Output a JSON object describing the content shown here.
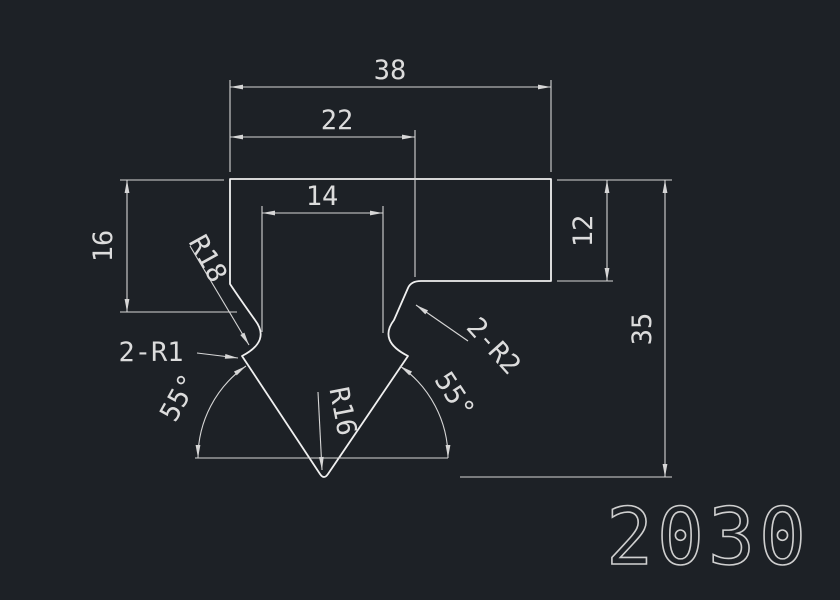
{
  "colors": {
    "background": "#1d2126",
    "profile_line": "#f0f0f0",
    "dimension_line": "#d6d6d6",
    "text": "#dcdcdc"
  },
  "drawing": {
    "part_number": "2030",
    "dimensions": {
      "overall_width": "38",
      "flange_width": "22",
      "neck_width": "14",
      "left_depth": "16",
      "right_thickness": "12",
      "overall_height": "35"
    },
    "radii": {
      "left_neck": "R18",
      "tip": "R16",
      "lips": "2-R1",
      "flange": "2-R2"
    },
    "angles": {
      "left": "55°",
      "right": "55°"
    }
  }
}
